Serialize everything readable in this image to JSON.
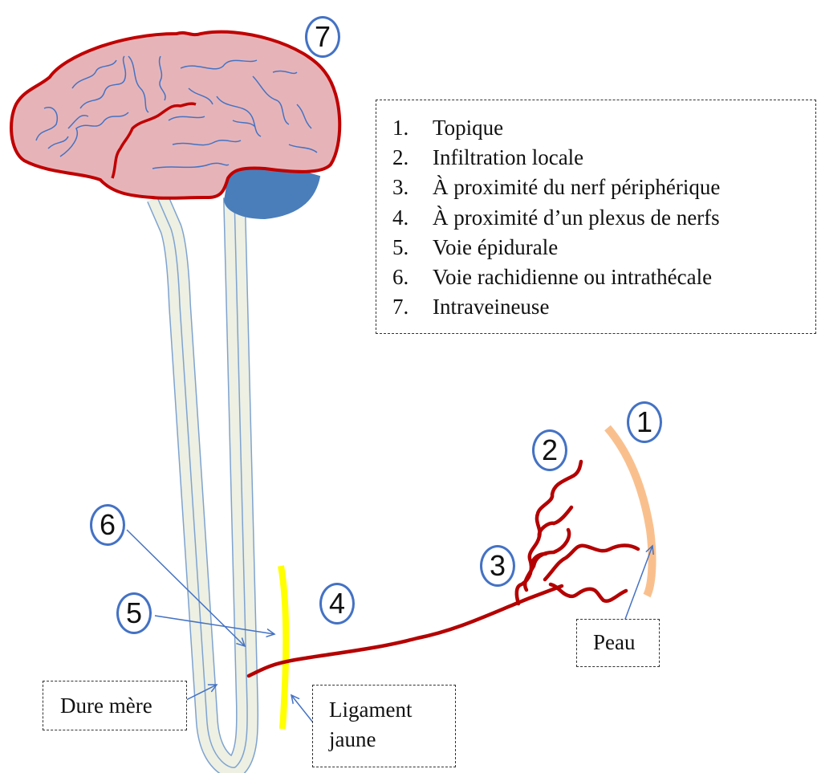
{
  "legend": {
    "items": [
      {
        "num": "1.",
        "text": "Topique"
      },
      {
        "num": "2.",
        "text": "Infiltration locale"
      },
      {
        "num": "3.",
        "text": "À proximité du nerf périphérique"
      },
      {
        "num": "4.",
        "text": "À proximité d’un plexus de nerfs"
      },
      {
        "num": "5.",
        "text": "Voie épidurale"
      },
      {
        "num": "6.",
        "text": "Voie rachidienne ou intrathécale"
      },
      {
        "num": "7.",
        "text": "Intraveineuse"
      }
    ]
  },
  "markers": {
    "m1": "1",
    "m2": "2",
    "m3": "3",
    "m4": "4",
    "m5": "5",
    "m6": "6",
    "m7": "7"
  },
  "labels": {
    "dure_mere": "Dure mère",
    "ligament_line1": "Ligament",
    "ligament_line2": "jaune",
    "peau": "Peau"
  },
  "colors": {
    "brain_fill": "#e6b4b8",
    "brain_outline": "#c00000",
    "sulci": "#4472c4",
    "cerebellum": "#4a7ebb",
    "spinal_fill": "#edf0e3",
    "spinal_outline": "#7fa3cf",
    "nerve": "#b40000",
    "ligament": "#ffff00",
    "skin": "#f9c08e",
    "arrow": "#4472c4"
  }
}
